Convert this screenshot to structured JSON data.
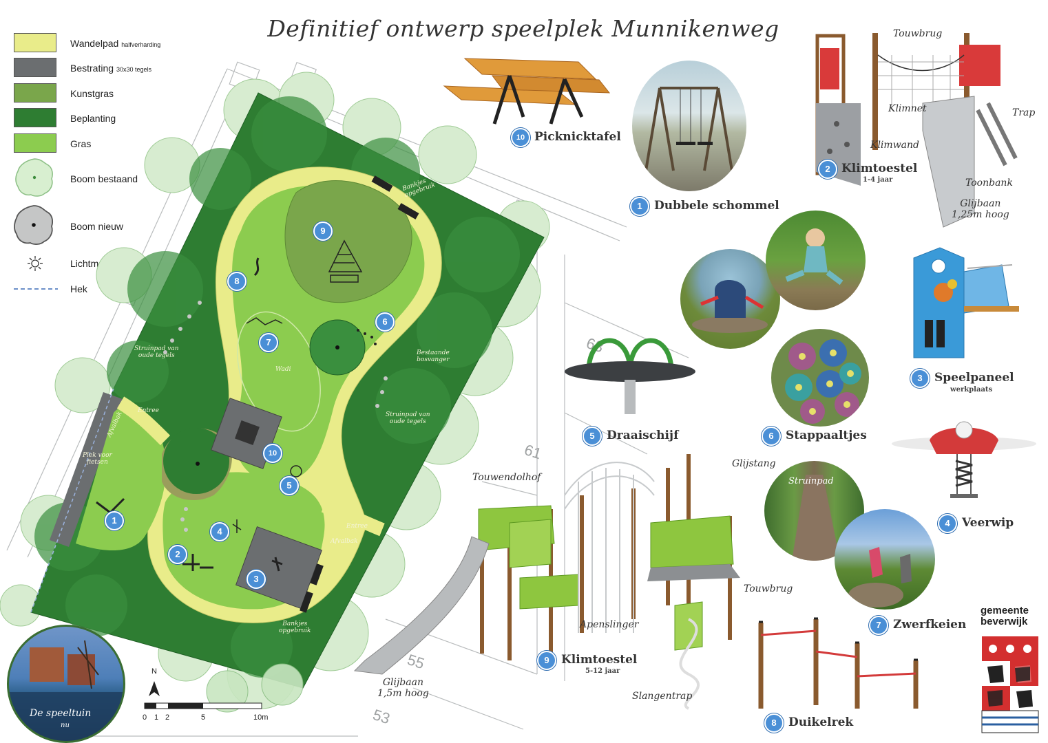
{
  "title": "Definitief ontwerp speelplek Munnikenweg",
  "colors": {
    "wandelpad": "#e9ec8a",
    "bestrating": "#6b6e70",
    "kunstgras": "#7aa64b",
    "beplanting": "#2e7d32",
    "gras": "#8ccc4f",
    "marker": "#4a8fd6"
  },
  "legend": [
    {
      "label": "Wandelpad",
      "note": "halfverharding",
      "icon": "swatch"
    },
    {
      "label": "Bestrating",
      "note": "30x30 tegels",
      "icon": "swatch"
    },
    {
      "label": "Kunstgras",
      "note": "",
      "icon": "swatch"
    },
    {
      "label": "Beplanting",
      "note": "",
      "icon": "swatch"
    },
    {
      "label": "Gras",
      "note": "",
      "icon": "swatch"
    },
    {
      "label": "Boom bestaand",
      "note": "",
      "icon": "tree-existing-icon"
    },
    {
      "label": "Boom nieuw",
      "note": "",
      "icon": "tree-new-icon"
    },
    {
      "label": "Lichtmast",
      "note": "",
      "icon": "light-mast-icon"
    },
    {
      "label": "Hek",
      "note": "",
      "icon": "fence-dashed-icon"
    }
  ],
  "map_labels": {
    "bankjes_top": "Bankjes\nopgebruik",
    "struinpad_left": "Struinpad van\noude tegels",
    "wadi": "Wadi",
    "bestaande": "Bestaande\nbosvanger",
    "struinpad_right": "Struinpad van\noude tegels",
    "entree": "Entree",
    "afvalbak_left": "Afvalbak",
    "plek_fietsen": "Plek voor\nfietsen",
    "entree2": "Entree",
    "afvalbak_right": "Afvalbak",
    "bankjes_bottom": "Bankjes\nopgebruik"
  },
  "map_markers": [
    "9",
    "8",
    "7",
    "6",
    "10",
    "5",
    "1",
    "4",
    "2",
    "3"
  ],
  "plot_numbers": [
    "63",
    "61",
    "55",
    "53"
  ],
  "scale": {
    "north": "N",
    "ticks": [
      "0",
      "1",
      "2",
      "5",
      "10m"
    ]
  },
  "inset": {
    "caption": "De speeltuin",
    "sub": "nu"
  },
  "items": [
    {
      "num": "10",
      "label": "Picknicktafel"
    },
    {
      "num": "1",
      "label": "Dubbele schommel"
    },
    {
      "num": "2",
      "label": "Klimtoestel",
      "sub": "1-4 jaar"
    },
    {
      "num": "3",
      "label": "Speelpaneel",
      "sub": "werkplaats"
    },
    {
      "num": "4",
      "label": "Veerwip"
    },
    {
      "num": "5",
      "label": "Draaischijf"
    },
    {
      "num": "6",
      "label": "Stappaaltjes"
    },
    {
      "num": "7",
      "label": "Zwerfkeien"
    },
    {
      "num": "8",
      "label": "Duikelrek"
    },
    {
      "num": "9",
      "label": "Klimtoestel",
      "sub": "5-12 jaar"
    }
  ],
  "annotations": {
    "touwbrug_top": "Touwbrug",
    "klimnet": "Klimnet",
    "trap": "Trap",
    "klimwand": "Klimwand",
    "toonbank": "Toonbank",
    "glijbaan_small": "Glijbaan\n1,25m hoog",
    "touwendolhof": "Touwendolhof",
    "glijstang": "Glijstang",
    "touwbrug": "Touwbrug",
    "apenslinger": "Apenslinger",
    "slangentrap": "Slangentrap",
    "glijbaan_big": "Glijbaan\n1,5m hoog",
    "struinpad": "Struinpad"
  },
  "logo": {
    "line1": "gemeente",
    "line2": "beverwijk"
  }
}
